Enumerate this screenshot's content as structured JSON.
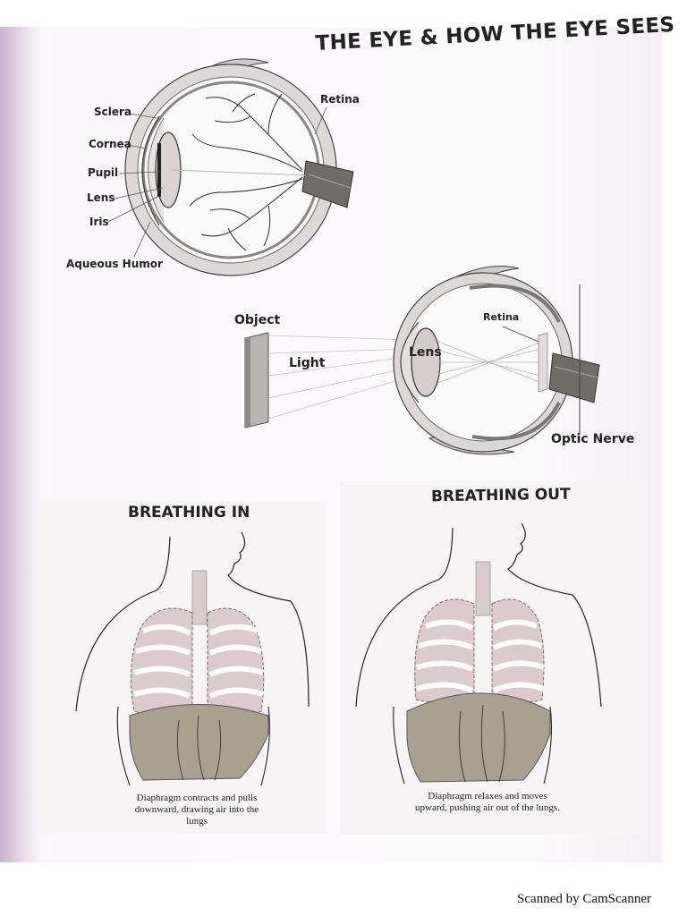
{
  "title": "THE EYE & HOW THE EYE SEES",
  "eye_anatomy": {
    "labels": {
      "sclera": "Sclera",
      "cornea": "Cornea",
      "pupil": "Pupil",
      "lens": "Lens",
      "iris": "Iris",
      "aqueous_humor": "Aqueous Humor",
      "retina": "Retina"
    }
  },
  "how_eye_sees": {
    "labels": {
      "object": "Object",
      "light": "Light",
      "lens": "Lens",
      "retina": "Retina",
      "optic_nerve": "Optic Nerve"
    }
  },
  "breathing": {
    "in": {
      "title": "BREATHING IN",
      "caption_lines": [
        "Diaphragm contracts and pulls",
        "downward, drawing air into the",
        "lungs"
      ]
    },
    "out": {
      "title": "BREATHING OUT",
      "caption_lines": [
        "Diaphragm relaxes and moves",
        "upward, pushing air out of the lungs."
      ]
    }
  },
  "footer": {
    "scanner_text": "Scanned by CamScanner"
  },
  "colors": {
    "ink": "#222222",
    "lung": "#d9c3c8",
    "diaphragm": "#a9a18f",
    "nerve": "#6f6c68",
    "eye_shade": "#c9c4c4"
  }
}
